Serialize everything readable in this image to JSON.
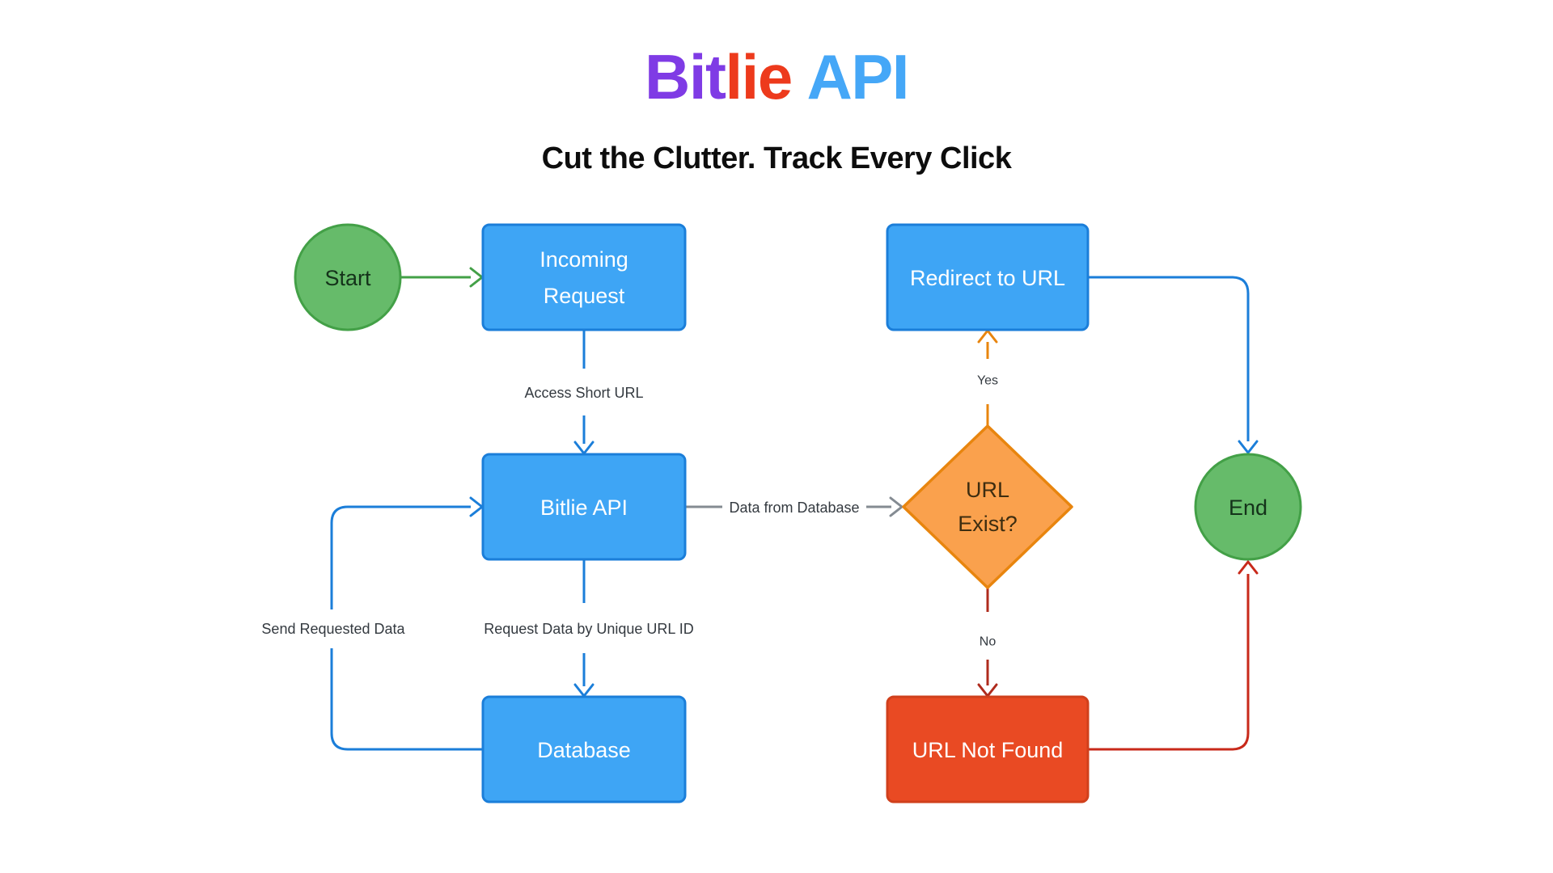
{
  "header": {
    "title_full": "Bitlie API",
    "title_parts": [
      {
        "text": "Bit",
        "color": "#7F3BE5"
      },
      {
        "text": "lie",
        "color": "#ED3A1C"
      },
      {
        "text": "API",
        "color": "#45A7F7"
      }
    ],
    "subtitle": "Cut the Clutter. Track Every Click"
  },
  "nodes": {
    "start": {
      "label": "Start",
      "shape": "circle"
    },
    "incoming_request": {
      "label": "Incoming Request",
      "line1": "Incoming",
      "line2": "Request",
      "shape": "rect"
    },
    "bitlie_api": {
      "label": "Bitlie API",
      "shape": "rect"
    },
    "database": {
      "label": "Database",
      "shape": "rect"
    },
    "url_exist": {
      "label": "URL Exist?",
      "line1": "URL",
      "line2": "Exist?",
      "shape": "diamond"
    },
    "redirect_to_url": {
      "label": "Redirect to URL",
      "shape": "rect"
    },
    "url_not_found": {
      "label": "URL Not Found",
      "shape": "rect"
    },
    "end": {
      "label": "End",
      "shape": "circle"
    }
  },
  "edges": {
    "start_to_incoming": {
      "from": "start",
      "to": "incoming_request",
      "label": ""
    },
    "incoming_to_api": {
      "from": "incoming_request",
      "to": "bitlie_api",
      "label": "Access Short URL"
    },
    "api_to_database": {
      "from": "bitlie_api",
      "to": "database",
      "label": "Request Data by Unique URL ID"
    },
    "database_to_api": {
      "from": "database",
      "to": "bitlie_api",
      "label": "Send Requested Data"
    },
    "api_to_decision": {
      "from": "bitlie_api",
      "to": "url_exist",
      "label": "Data from Database"
    },
    "decision_yes": {
      "from": "url_exist",
      "to": "redirect_to_url",
      "label": "Yes"
    },
    "decision_no": {
      "from": "url_exist",
      "to": "url_not_found",
      "label": "No"
    },
    "redirect_to_end": {
      "from": "redirect_to_url",
      "to": "end",
      "label": ""
    },
    "not_found_to_end": {
      "from": "url_not_found",
      "to": "end",
      "label": ""
    }
  },
  "colors": {
    "background": "#FFFFFF",
    "subtitle_text": "#0D0D0D",
    "process_fill": "#3EA5F5",
    "process_border": "#1B7ED9",
    "process_text": "#FFFFFF",
    "terminal_fill": "#66BB6A",
    "terminal_border": "#43A047",
    "terminal_text": "#14321A",
    "decision_fill": "#FAA14D",
    "decision_border": "#E8850E",
    "decision_text": "#3D2D10",
    "error_fill": "#E94A23",
    "error_border": "#D0401C",
    "error_text": "#FFFFFF",
    "edge_green": "#43A047",
    "edge_blue": "#1B7ED9",
    "edge_gray": "#848B92",
    "edge_orange": "#E8850E",
    "edge_dark_red": "#AF2B1D",
    "edge_red": "#C8291A",
    "edge_label_text": "#343A40"
  }
}
